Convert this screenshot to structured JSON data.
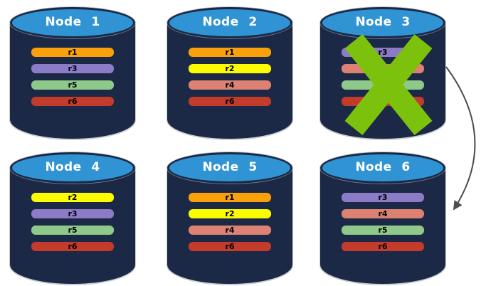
{
  "palette": {
    "background": "#ffffff",
    "cylinder_body": "#1B2946",
    "cylinder_top": "#2F93D4",
    "cylinder_outline": "#A0A6AD",
    "title_text": "#FFFFFF",
    "bar_text": "#000000",
    "x_mark": "#7CC20D",
    "arrow": "#4D4D4D"
  },
  "nodes": [
    {
      "title": "Node 1",
      "failed": false,
      "bars": [
        {
          "label": "r1",
          "color": "#F9A10B"
        },
        {
          "label": "r3",
          "color": "#8C7BC7"
        },
        {
          "label": "r5",
          "color": "#8FC98A"
        },
        {
          "label": "r6",
          "color": "#C23B2B"
        }
      ]
    },
    {
      "title": "Node 2",
      "failed": false,
      "bars": [
        {
          "label": "r1",
          "color": "#F9A10B"
        },
        {
          "label": "r2",
          "color": "#FCFC00"
        },
        {
          "label": "r4",
          "color": "#DD8172"
        },
        {
          "label": "r6",
          "color": "#C23B2B"
        }
      ]
    },
    {
      "title": "Node 3",
      "failed": true,
      "bars": [
        {
          "label": "r3",
          "color": "#8C7BC7"
        },
        {
          "label": "",
          "color": "#DD8172"
        },
        {
          "label": "",
          "color": "#8FC98A"
        },
        {
          "label": "",
          "color": "#C23B2B"
        }
      ]
    },
    {
      "title": "Node 4",
      "failed": false,
      "bars": [
        {
          "label": "r2",
          "color": "#FCFC00"
        },
        {
          "label": "r3",
          "color": "#8C7BC7"
        },
        {
          "label": "r5",
          "color": "#8FC98A"
        },
        {
          "label": "r6",
          "color": "#C23B2B"
        }
      ]
    },
    {
      "title": "Node 5",
      "failed": false,
      "bars": [
        {
          "label": "r1",
          "color": "#F9A10B"
        },
        {
          "label": "r2",
          "color": "#FCFC00"
        },
        {
          "label": "r4",
          "color": "#DD8172"
        },
        {
          "label": "r6",
          "color": "#C23B2B"
        }
      ]
    },
    {
      "title": "Node 6",
      "failed": false,
      "bars": [
        {
          "label": "r3",
          "color": "#8C7BC7"
        },
        {
          "label": "r4",
          "color": "#DD8172"
        },
        {
          "label": "r5",
          "color": "#8FC98A"
        },
        {
          "label": "r6",
          "color": "#C23B2B"
        }
      ]
    }
  ],
  "arrow": {
    "from_node": "Node 3",
    "to_node": "Node 6"
  }
}
